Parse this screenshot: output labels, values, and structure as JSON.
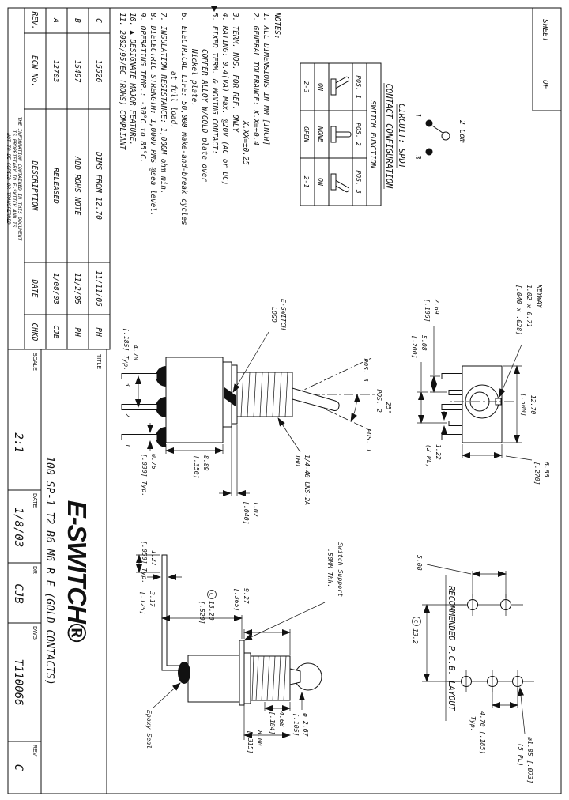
{
  "sheet_corner": {
    "sheet_label": "SHEET",
    "of_label": "OF"
  },
  "contact_config": {
    "circuit_label": "CIRCUIT: SPDT",
    "caption": "CONTACT CONFIGURATION",
    "term1": "1",
    "term2": "2 Com",
    "term3": "3"
  },
  "function_table": {
    "header": "SWITCH FUNCTION",
    "cols": [
      "POS. 1",
      "POS. 2",
      "POS. 3"
    ],
    "on_row": [
      "ON",
      "NONE",
      "ON"
    ],
    "conn_row": [
      "2-3",
      "OPEN",
      "2-1"
    ]
  },
  "notes": {
    "heading": "NOTES:",
    "l1": "1.  ALL DIMENSIONS IN MM [INCH]",
    "l2": "2.  GENERAL TOLERANCE:  X.X=±0.4",
    "l2b": "X.XX=±0.25",
    "l3": "3.  TERM. NOS. FOR REF. ONLY",
    "l4": "4.  RATING: 0.4(VA) Max. @20V (AC or DC)",
    "l5": "5.  FIXED TERM. & MOVING CONTACT:",
    "l5b": "COPPER ALLOY W/GOLD plate over",
    "l5c": "Nickel plate.",
    "l6": "6.  ELECTRICAL LIFE: 50,000 make-and-break cycles",
    "l6b": "at full load.",
    "l7": "7.  INSULATION RESISTANCE: 1,000M ohm min.",
    "l8": "8.  DIELECTRIC STRENGTH: 1,000V RMS @sea level.",
    "l9": "9.  OPERATING TEMP.: -30°C to 85°C.",
    "l10": "10. ▲ DESIGNATE MAJOR FEATURE.",
    "l11": "11. 2002/95/EC (ROHS) COMPLIANT"
  },
  "rev_table": {
    "headers": [
      "REV.",
      "ECN No.",
      "DESCRIPTION",
      "DATE",
      "CHKD"
    ],
    "rows": [
      [
        "C",
        "15526",
        "DIMS FROM 12.70",
        "11/11/05",
        "PH"
      ],
      [
        "B",
        "15497",
        "ADD ROHS NOTE",
        "11/2/05",
        "PH"
      ],
      [
        "A",
        "12703",
        "RELEASED",
        "1/08/03",
        "CJB"
      ]
    ]
  },
  "proprietary": {
    "line1": "THE INFORMATION CONTAINED IN THIS DOCUMENT",
    "line2": "IS PROPRIETARY TO E-SWITCH AND IS",
    "line3": "NOT TO BE COPIED OR TRANSFERRED"
  },
  "title_block": {
    "logo": "E-SWITCH®",
    "title_label": "TITLE",
    "title": "100 SP-1 T2 B6 M6 R E (GOLD CONTACTS)",
    "scale_label": "SCALE",
    "scale": "2:1",
    "date_label": "DATE",
    "date": "1/8/03",
    "dr_label": "DR",
    "dr": "CJB",
    "dwg_label": "DWG",
    "dwg": "T110066",
    "rev_label": "REV",
    "rev": "C"
  },
  "front_view": {
    "logo_callout_1": "E-SWITCH",
    "logo_callout_2": "LOGO",
    "pos1": "POS. 1",
    "pos2": "POS. 2",
    "pos3": "POS. 3",
    "angle": "25°",
    "thread_callout_1": "1/4-40 UNS-2A",
    "thread_callout_2": "THD",
    "dim_pin_spacing_mm": "4.70",
    "dim_pin_spacing_in": "[.185] Typ.",
    "dim_pin_thk_mm": "0.76",
    "dim_pin_thk_in": "[.030] Typ.",
    "dim_body_mm": "8.89",
    "dim_body_in": "[.350]",
    "dim_flange_mm": "1.02",
    "dim_flange_in": "[.040]",
    "t1": "1",
    "t2": "2",
    "t3": "3"
  },
  "end_view": {
    "keyway_1": "KEYWAY",
    "keyway_2": "1.02 x 0.71",
    "keyway_3": "[.040 x .028]",
    "dim_width_mm": "12.70",
    "dim_width_in": "[.500]",
    "dim_height_mm": "6.86",
    "dim_height_in": "[.270]",
    "dim_offset_mm": "2.69",
    "dim_offset_in": "[.106]",
    "dim_span_mm": "5.08",
    "dim_span_in": "[.200]",
    "dim_tab_mm": "1.22",
    "dim_tab_note": "(2 PL)"
  },
  "side_view": {
    "support_callout_1": "Switch Support",
    "support_callout_2": ".50MM Thk.",
    "epoxy_callout": "Epoxy Seal",
    "dim_pin_thk_mm": "1.27",
    "dim_pin_thk_in": "[.050] Typ.",
    "dim_tip_mm": "3.17",
    "dim_tip_in": "[.125]",
    "flag": "C",
    "dim_overall_mm": "13.20",
    "dim_overall_in": "[.520]",
    "dim_thread_mm": "9.27",
    "dim_thread_in": "[.365]",
    "dim_body1_mm": "4.68",
    "dim_body1_in": "[.184]",
    "dim_body2_mm": "8.00",
    "dim_body2_in": "[.315]",
    "dim_lever_mm": "ø 2.67",
    "dim_lever_in": "[.105]"
  },
  "pcb_layout": {
    "title": "RECOMMENDED P.C.B. LAYOUT",
    "dim_span": "5.08",
    "flag": "C",
    "dim_rows": "13.2",
    "dim_pitch": "4.70 [.185]",
    "dim_pitch_note": "Typ.",
    "dim_hole": "ø1.85 [.073]",
    "dim_hole_note": "(5 PL)"
  }
}
